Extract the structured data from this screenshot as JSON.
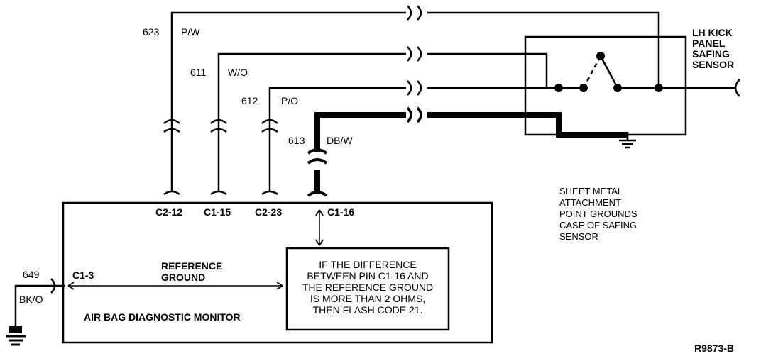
{
  "wires": [
    {
      "circuit": "623",
      "color": "P/W"
    },
    {
      "circuit": "611",
      "color": "W/O"
    },
    {
      "circuit": "612",
      "color": "P/O"
    },
    {
      "circuit": "613",
      "color": "DB/W"
    }
  ],
  "pins": [
    "C2-12",
    "C1-15",
    "C2-23",
    "C1-16"
  ],
  "sensor": {
    "title_lines": [
      "LH KICK",
      "PANEL",
      "SAFING",
      "SENSOR"
    ]
  },
  "note": {
    "lines": [
      "SHEET METAL",
      "ATTACHMENT",
      "POINT GROUNDS",
      "CASE OF SAFING",
      "SENSOR"
    ]
  },
  "monitor": {
    "title": "AIR BAG DIAGNOSTIC MONITOR",
    "ref_ground_lines": [
      "REFERENCE",
      "GROUND"
    ],
    "pin_c13": "C1-3",
    "message_lines": [
      "IF THE DIFFERENCE",
      "BETWEEN PIN C1-16 AND",
      "THE REFERENCE GROUND",
      "IS MORE THAN 2 OHMS,",
      "THEN FLASH CODE 21."
    ]
  },
  "ground_wire": {
    "circuit": "649",
    "color": "BK/O"
  },
  "figure_id": "R9873-B"
}
